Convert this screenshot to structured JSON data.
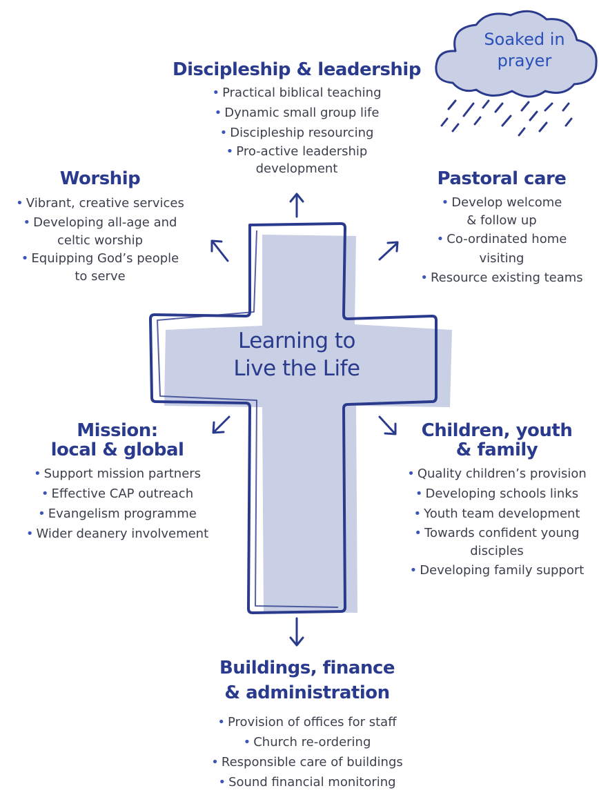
{
  "center": {
    "line1": "Learning to",
    "line2": "Live the Life"
  },
  "cloud": {
    "line1": "Soaked in",
    "line2": "prayer"
  },
  "bullet": "•",
  "sections": {
    "discipleship": {
      "title": "Discipleship & leadership",
      "items": [
        "Practical biblical teaching",
        "Dynamic small group life",
        "Discipleship resourcing",
        "Pro-active leadership",
        "development"
      ]
    },
    "worship": {
      "title": "Worship",
      "items": [
        "Vibrant, creative services",
        "Developing all-age and",
        "celtic worship",
        "Equipping God’s people",
        "to serve"
      ]
    },
    "pastoral": {
      "title": "Pastoral care",
      "items": [
        "Develop welcome",
        "& follow up",
        "Co-ordinated home",
        "visiting",
        "Resource existing teams"
      ]
    },
    "mission": {
      "title_line1": "Mission:",
      "title_line2": "local & global",
      "items": [
        "Support mission partners",
        "Effective CAP outreach",
        "Evangelism programme",
        "Wider deanery involvement"
      ]
    },
    "children": {
      "title_line1": "Children,  youth",
      "title_line2": "& family",
      "items": [
        "Quality children’s provision",
        "Developing schools links",
        "Youth team development",
        "Towards confident young",
        "disciples",
        "Developing family support"
      ]
    },
    "buildings": {
      "title_line1": "Buildings, finance",
      "title_line2": "& administration",
      "items": [
        "Provision of offices for staff",
        "Church re-ordering",
        "Responsible care of buildings",
        "Sound financial monitoring"
      ]
    }
  },
  "colors": {
    "navy": "#2a3a8c",
    "fill": "#c9cfe4",
    "bullet": "#3b56b8",
    "text": "#3b3f4c"
  }
}
